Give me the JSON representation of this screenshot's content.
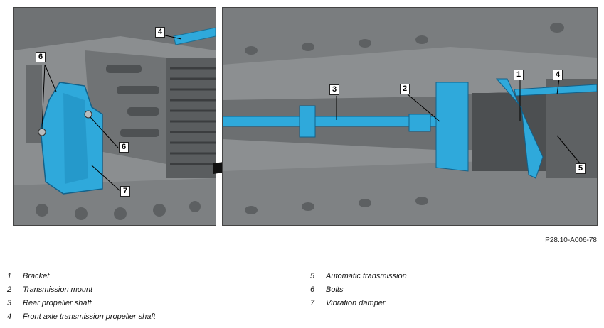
{
  "figure": {
    "reference_code": "P28.10-A006-78",
    "callouts_left": [
      "4",
      "6",
      "6",
      "7"
    ],
    "callouts_right": [
      "1",
      "2",
      "3",
      "4",
      "5"
    ]
  },
  "legend": [
    {
      "number": "1",
      "label": "Bracket"
    },
    {
      "number": "2",
      "label": "Transmission mount"
    },
    {
      "number": "3",
      "label": "Rear propeller shaft"
    },
    {
      "number": "4",
      "label": "Front axle transmission propeller shaft"
    },
    {
      "number": "5",
      "label": "Automatic transmission"
    },
    {
      "number": "6",
      "label": "Bolts"
    },
    {
      "number": "7",
      "label": "Vibration damper"
    }
  ],
  "colors": {
    "highlight": "#2fa9db",
    "underbody": "#8d9092",
    "dark": "#3a3c3e"
  }
}
